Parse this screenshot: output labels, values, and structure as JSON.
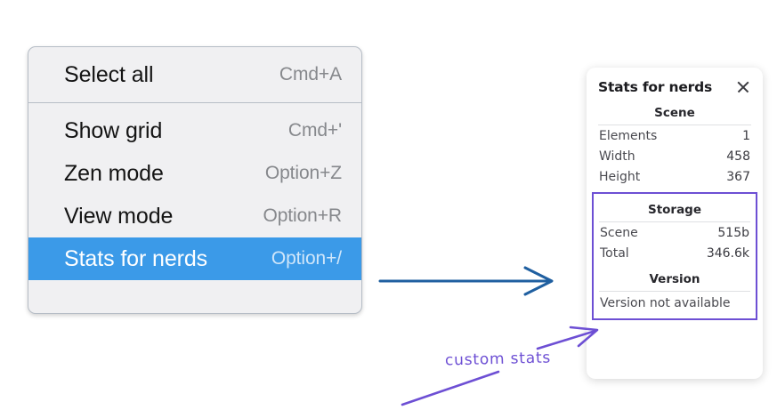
{
  "canvas": {
    "background": "#ffffff"
  },
  "context_menu": {
    "groups": [
      {
        "items": [
          {
            "label": "Select all",
            "shortcut": "Cmd+A",
            "selected": false
          }
        ]
      },
      {
        "items": [
          {
            "label": "Show grid",
            "shortcut": "Cmd+'",
            "selected": false
          },
          {
            "label": "Zen mode",
            "shortcut": "Option+Z",
            "selected": false
          },
          {
            "label": "View mode",
            "shortcut": "Option+R",
            "selected": false
          },
          {
            "label": "Stats for nerds",
            "shortcut": "Option+/",
            "selected": true
          }
        ]
      }
    ],
    "highlight_color": "#3b9ae8",
    "items": {
      "select_all": {
        "label": "Select all",
        "shortcut": "Cmd+A"
      },
      "show_grid": {
        "label": "Show grid",
        "shortcut": "Cmd+'"
      },
      "zen_mode": {
        "label": "Zen mode",
        "shortcut": "Option+Z"
      },
      "view_mode": {
        "label": "View mode",
        "shortcut": "Option+R"
      },
      "stats_for_nerds": {
        "label": "Stats for nerds",
        "shortcut": "Option+/"
      }
    }
  },
  "stats_panel": {
    "title": "Stats for nerds",
    "close_icon": "close-icon",
    "sections": {
      "scene": {
        "heading": "Scene",
        "rows": [
          {
            "label": "Elements",
            "value": "1"
          },
          {
            "label": "Width",
            "value": "458"
          },
          {
            "label": "Height",
            "value": "367"
          }
        ]
      },
      "storage": {
        "heading": "Storage",
        "rows": [
          {
            "label": "Scene",
            "value": "515b"
          },
          {
            "label": "Total",
            "value": "346.6k"
          }
        ]
      },
      "version": {
        "heading": "Version",
        "note": "Version not available"
      }
    },
    "highlight_border_color": "#6d4fd4"
  },
  "annotations": {
    "blue_arrow": {
      "name": "blue-arrow",
      "color": "#1f5fa0"
    },
    "purple_label": {
      "text": "custom stats",
      "color": "#6d4fd4"
    },
    "purple_arrow_to_panel": {
      "name": "purple-arrow",
      "color": "#6d4fd4"
    },
    "purple_underline": {
      "name": "purple-leader-line",
      "color": "#6d4fd4"
    }
  }
}
